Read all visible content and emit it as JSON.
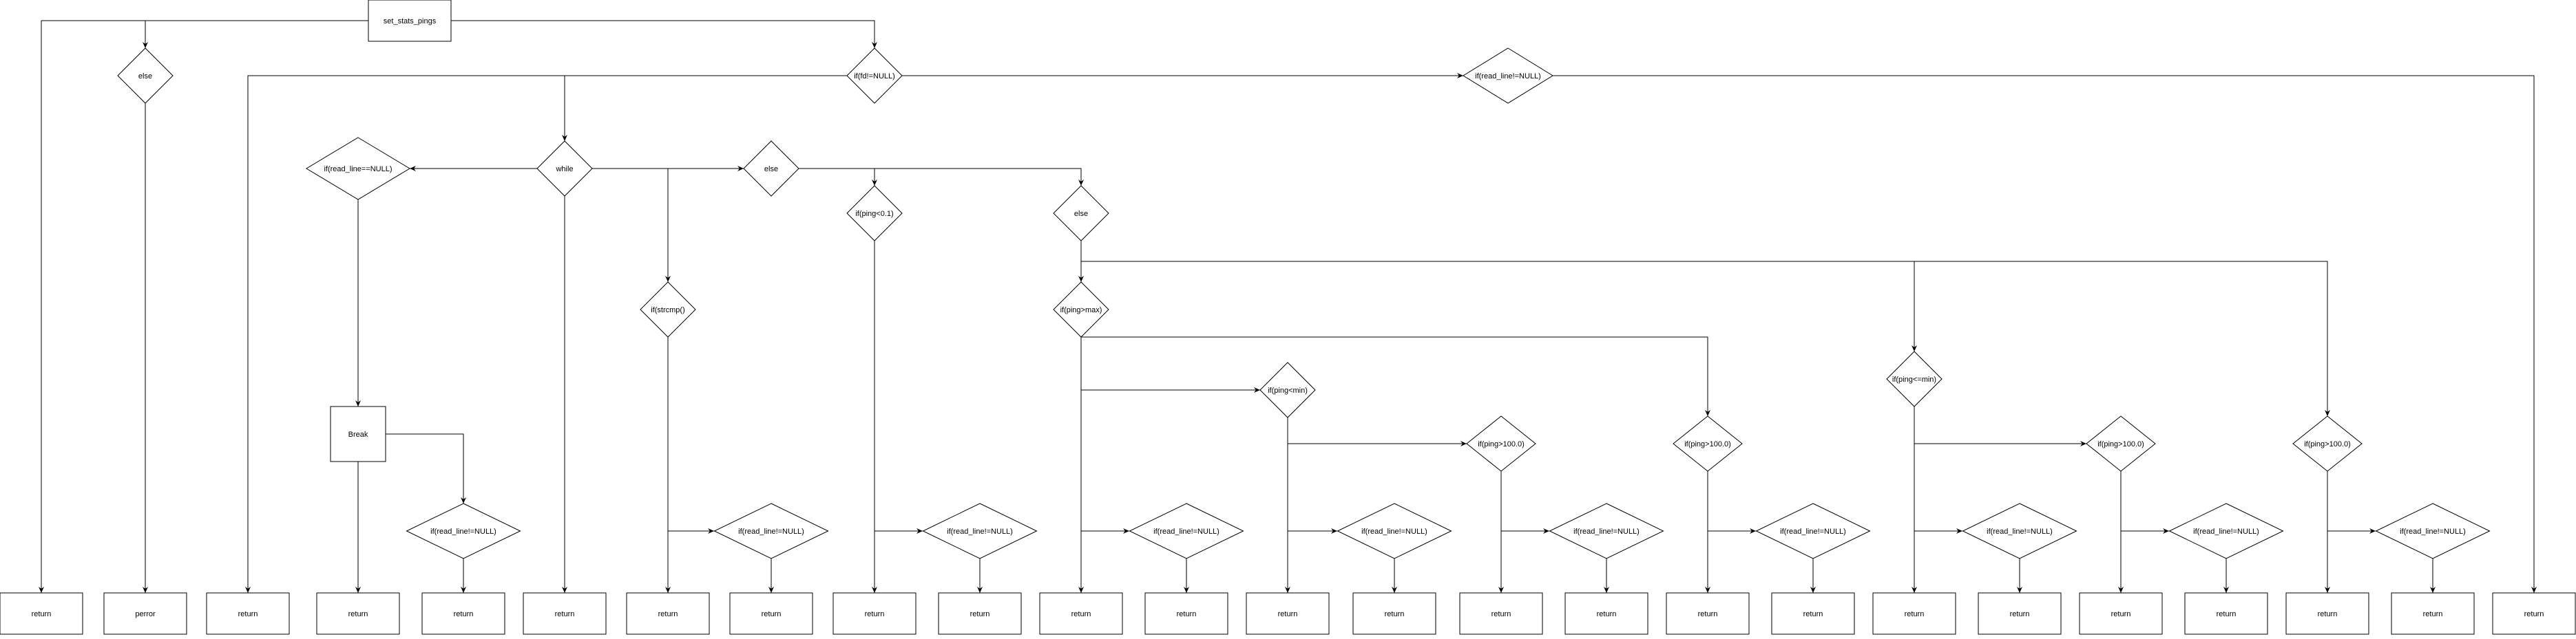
{
  "title": "set_stats_pings",
  "colors": {
    "stroke": "#000000",
    "fill": "#ffffff",
    "text": "#000000"
  },
  "nodes": [
    {
      "id": "start",
      "shape": "rect",
      "label": "set_stats_pings"
    },
    {
      "id": "else1",
      "shape": "diamond",
      "label": "else"
    },
    {
      "id": "fd",
      "shape": "diamond",
      "label": "if(fd!=NULL)"
    },
    {
      "id": "rlTop",
      "shape": "diamond",
      "label": "if(read_line!=NULL)"
    },
    {
      "id": "while",
      "shape": "diamond",
      "label": "while"
    },
    {
      "id": "rlNull",
      "shape": "diamond",
      "label": "if(read_line==NULL)"
    },
    {
      "id": "break",
      "shape": "rect",
      "label": "Break"
    },
    {
      "id": "elseW",
      "shape": "diamond",
      "label": "else"
    },
    {
      "id": "strcmp",
      "shape": "diamond",
      "label": "if(strcmp()"
    },
    {
      "id": "ping01",
      "shape": "diamond",
      "label": "if(ping<0.1)"
    },
    {
      "id": "else2",
      "shape": "diamond",
      "label": "else"
    },
    {
      "id": "pmax",
      "shape": "diamond",
      "label": "if(ping>max)"
    },
    {
      "id": "pmin",
      "shape": "diamond",
      "label": "if(ping<min)"
    },
    {
      "id": "p100a",
      "shape": "diamond",
      "label": "if(ping>100.0)"
    },
    {
      "id": "p100b",
      "shape": "diamond",
      "label": "if(ping>100.0)"
    },
    {
      "id": "pmin2",
      "shape": "diamond",
      "label": "if(ping<=min)"
    },
    {
      "id": "p100c",
      "shape": "diamond",
      "label": "if(ping>100.0)"
    },
    {
      "id": "p100d",
      "shape": "diamond",
      "label": "if(ping>100.0)"
    },
    {
      "id": "rl1",
      "shape": "diamond",
      "label": "if(read_line!=NULL)"
    },
    {
      "id": "rl2",
      "shape": "diamond",
      "label": "if(read_line!=NULL)"
    },
    {
      "id": "rl3",
      "shape": "diamond",
      "label": "if(read_line!=NULL)"
    },
    {
      "id": "rl4",
      "shape": "diamond",
      "label": "if(read_line!=NULL)"
    },
    {
      "id": "rl5",
      "shape": "diamond",
      "label": "if(read_line!=NULL)"
    },
    {
      "id": "rl6",
      "shape": "diamond",
      "label": "if(read_line!=NULL)"
    },
    {
      "id": "rl7",
      "shape": "diamond",
      "label": "if(read_line!=NULL)"
    },
    {
      "id": "rl8",
      "shape": "diamond",
      "label": "if(read_line!=NULL)"
    },
    {
      "id": "rl9",
      "shape": "diamond",
      "label": "if(read_line!=NULL)"
    },
    {
      "id": "rl10",
      "shape": "diamond",
      "label": "if(read_line!=NULL)"
    },
    {
      "id": "r0",
      "shape": "rect",
      "label": "return"
    },
    {
      "id": "r1",
      "shape": "rect",
      "label": "perror"
    },
    {
      "id": "r2",
      "shape": "rect",
      "label": "return"
    },
    {
      "id": "r3",
      "shape": "rect",
      "label": "return"
    },
    {
      "id": "r4",
      "shape": "rect",
      "label": "return"
    },
    {
      "id": "r5",
      "shape": "rect",
      "label": "return"
    },
    {
      "id": "r6",
      "shape": "rect",
      "label": "return"
    },
    {
      "id": "r7",
      "shape": "rect",
      "label": "return"
    },
    {
      "id": "r8",
      "shape": "rect",
      "label": "return"
    },
    {
      "id": "r9",
      "shape": "rect",
      "label": "return"
    },
    {
      "id": "r10",
      "shape": "rect",
      "label": "return"
    },
    {
      "id": "r11",
      "shape": "rect",
      "label": "return"
    },
    {
      "id": "r12",
      "shape": "rect",
      "label": "return"
    },
    {
      "id": "r13",
      "shape": "rect",
      "label": "return"
    },
    {
      "id": "r14",
      "shape": "rect",
      "label": "return"
    },
    {
      "id": "r15",
      "shape": "rect",
      "label": "return"
    },
    {
      "id": "r16",
      "shape": "rect",
      "label": "return"
    },
    {
      "id": "r17",
      "shape": "rect",
      "label": "return"
    },
    {
      "id": "r18",
      "shape": "rect",
      "label": "return"
    },
    {
      "id": "r19",
      "shape": "rect",
      "label": "return"
    },
    {
      "id": "r20",
      "shape": "rect",
      "label": "return"
    },
    {
      "id": "r21",
      "shape": "rect",
      "label": "return"
    },
    {
      "id": "r22",
      "shape": "rect",
      "label": "return"
    },
    {
      "id": "r23",
      "shape": "rect",
      "label": "return"
    },
    {
      "id": "r24",
      "shape": "rect",
      "label": "return"
    }
  ]
}
